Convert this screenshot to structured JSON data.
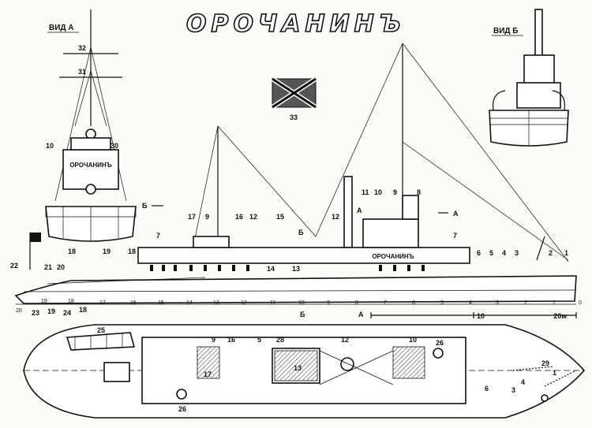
{
  "title": "ОРОЧАНИНЪ",
  "views": {
    "view_a": "ВИД А",
    "view_b": "ВИД Б"
  },
  "hull_name": "ОРОЧАНИНЪ",
  "section_marks": {
    "a": "А",
    "b": "Б"
  },
  "scale_mark": "20м",
  "flag_number": "33",
  "profile_callouts": [
    "1",
    "2",
    "3",
    "4",
    "5",
    "6",
    "7",
    "7",
    "8",
    "9",
    "10",
    "11",
    "12",
    "13",
    "14",
    "15",
    "16",
    "17",
    "18",
    "18",
    "19",
    "20",
    "21",
    "22",
    "9",
    "12"
  ],
  "frame_numbers": [
    "20",
    "19",
    "18",
    "17",
    "16",
    "15",
    "14",
    "13",
    "12",
    "11",
    "10",
    "9",
    "8",
    "7",
    "6",
    "5",
    "4",
    "3",
    "2",
    "1",
    "0"
  ],
  "plan_callouts": [
    "25",
    "9",
    "16",
    "5",
    "28",
    "12",
    "10",
    "26",
    "17",
    "13",
    "26",
    "29",
    "4",
    "6",
    "3",
    "1"
  ],
  "view_a_callouts": [
    "32",
    "31",
    "10",
    "30"
  ],
  "bottom_numbers": [
    "20",
    "23",
    "19",
    "24",
    "18",
    "10"
  ]
}
